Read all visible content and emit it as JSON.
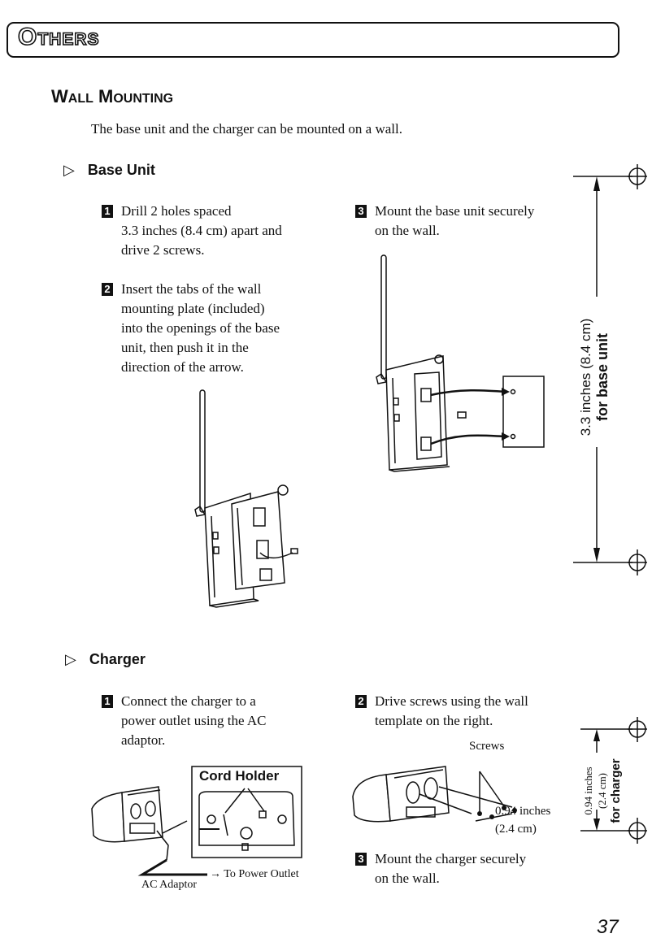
{
  "header": {
    "title_first_letter": "O",
    "title_rest": "THERS"
  },
  "section": {
    "title_first": "W",
    "title_word1_rest": "ALL",
    "title_second": "M",
    "title_word2_rest": "OUNTING",
    "intro": "The base unit and the charger can be mounted on a wall."
  },
  "base_unit": {
    "heading": "Base Unit",
    "steps": [
      {
        "number": "1",
        "lines": [
          "Drill 2 holes spaced",
          "3.3 inches (8.4 cm) apart and",
          "drive 2 screws."
        ]
      },
      {
        "number": "2",
        "lines": [
          "Insert the tabs of the wall",
          "mounting plate (included)",
          "into the openings of the base",
          "unit, then push it in the",
          "direction of the arrow."
        ]
      },
      {
        "number": "3",
        "lines": [
          "Mount the base unit securely",
          "on the wall."
        ]
      }
    ],
    "template": {
      "dimension": "3.3 inches (8.4 cm)",
      "label": "for base unit"
    }
  },
  "charger": {
    "heading": "Charger",
    "steps": [
      {
        "number": "1",
        "lines": [
          "Connect the charger to a",
          "power outlet using the AC",
          "adaptor."
        ]
      },
      {
        "number": "2",
        "lines": [
          "Drive screws using the wall",
          "template on the right."
        ]
      },
      {
        "number": "3",
        "lines": [
          "Mount the charger securely",
          "on the wall."
        ]
      }
    ],
    "figure1": {
      "callout": "Cord Holder",
      "outlet_label": "→ To Power Outlet",
      "adaptor_label": "AC Adaptor"
    },
    "figure2": {
      "screws_label": "Screws",
      "distance_line1": "0.94 inches",
      "distance_line2": "(2.4 cm)"
    },
    "template": {
      "dimension_line1": "0.94 inches",
      "dimension_line2": "(2.4 cm)",
      "label": "for charger"
    }
  },
  "footer": {
    "page_number": "37"
  },
  "icons": {
    "bullet": "▷"
  }
}
